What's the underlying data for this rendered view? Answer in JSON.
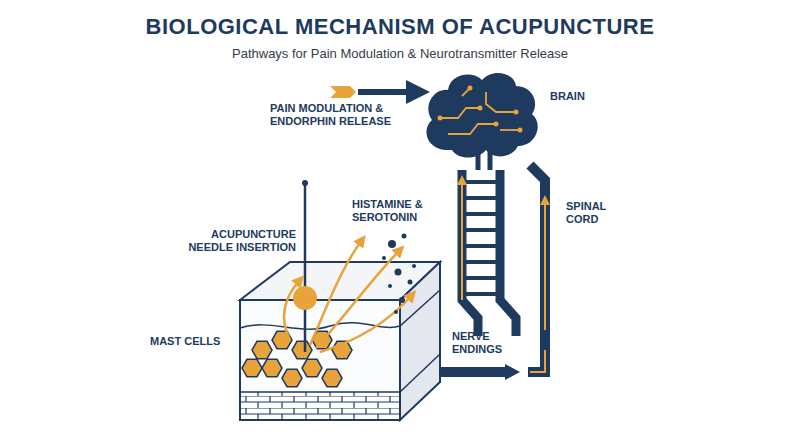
{
  "diagram": {
    "title": "BIOLOGICAL MECHANISM OF ACUPUNCTURE",
    "caption": "Pathways for Pain Modulation & Neurotransmitter Release",
    "labels": [
      "PAIN MODULATION & ENDORPHIN RELEASE",
      "BRAIN",
      "SPINAL CORD",
      "ACUPUNCTURE NEEDLE INSERTION",
      "HISTAMINE & SEROTONIN",
      "MAST CELLS",
      "NERVE ENDINGS"
    ]
  }
}
